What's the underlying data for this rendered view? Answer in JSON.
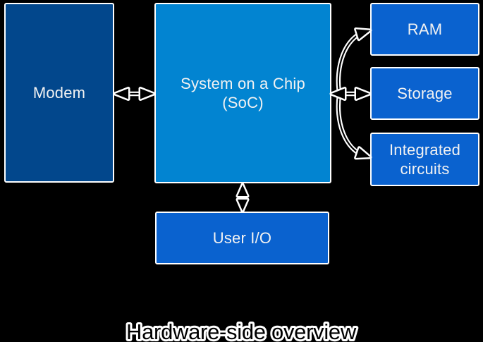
{
  "diagram": {
    "title": "Hardware-side overview",
    "nodes": {
      "modem": {
        "label": "Modem"
      },
      "soc": {
        "label": "System on a Chip (SoC)"
      },
      "ram": {
        "label": "RAM"
      },
      "storage": {
        "label": "Storage"
      },
      "integrated_circuits": {
        "label": "Integrated circuits"
      },
      "user_io": {
        "label": "User I/O"
      }
    },
    "connections": [
      {
        "from": "Modem",
        "to": "System on a Chip (SoC)",
        "type": "bidirectional"
      },
      {
        "from": "System on a Chip (SoC)",
        "to": "RAM",
        "type": "bidirectional"
      },
      {
        "from": "System on a Chip (SoC)",
        "to": "Storage",
        "type": "bidirectional"
      },
      {
        "from": "System on a Chip (SoC)",
        "to": "Integrated circuits",
        "type": "bidirectional"
      },
      {
        "from": "System on a Chip (SoC)",
        "to": "User I/O",
        "type": "bidirectional"
      }
    ],
    "colors": {
      "background": "#000000",
      "modem_fill": "#02478C",
      "soc_fill": "#0284D1",
      "peripheral_fill": "#0A62CF",
      "box_border": "#FFFFFF",
      "box_text": "#F2F2F2",
      "arrow": "#000000",
      "arrow_outline": "#FFFFFF",
      "title_text": "#000000",
      "title_outline": "#FFFFFF"
    }
  }
}
